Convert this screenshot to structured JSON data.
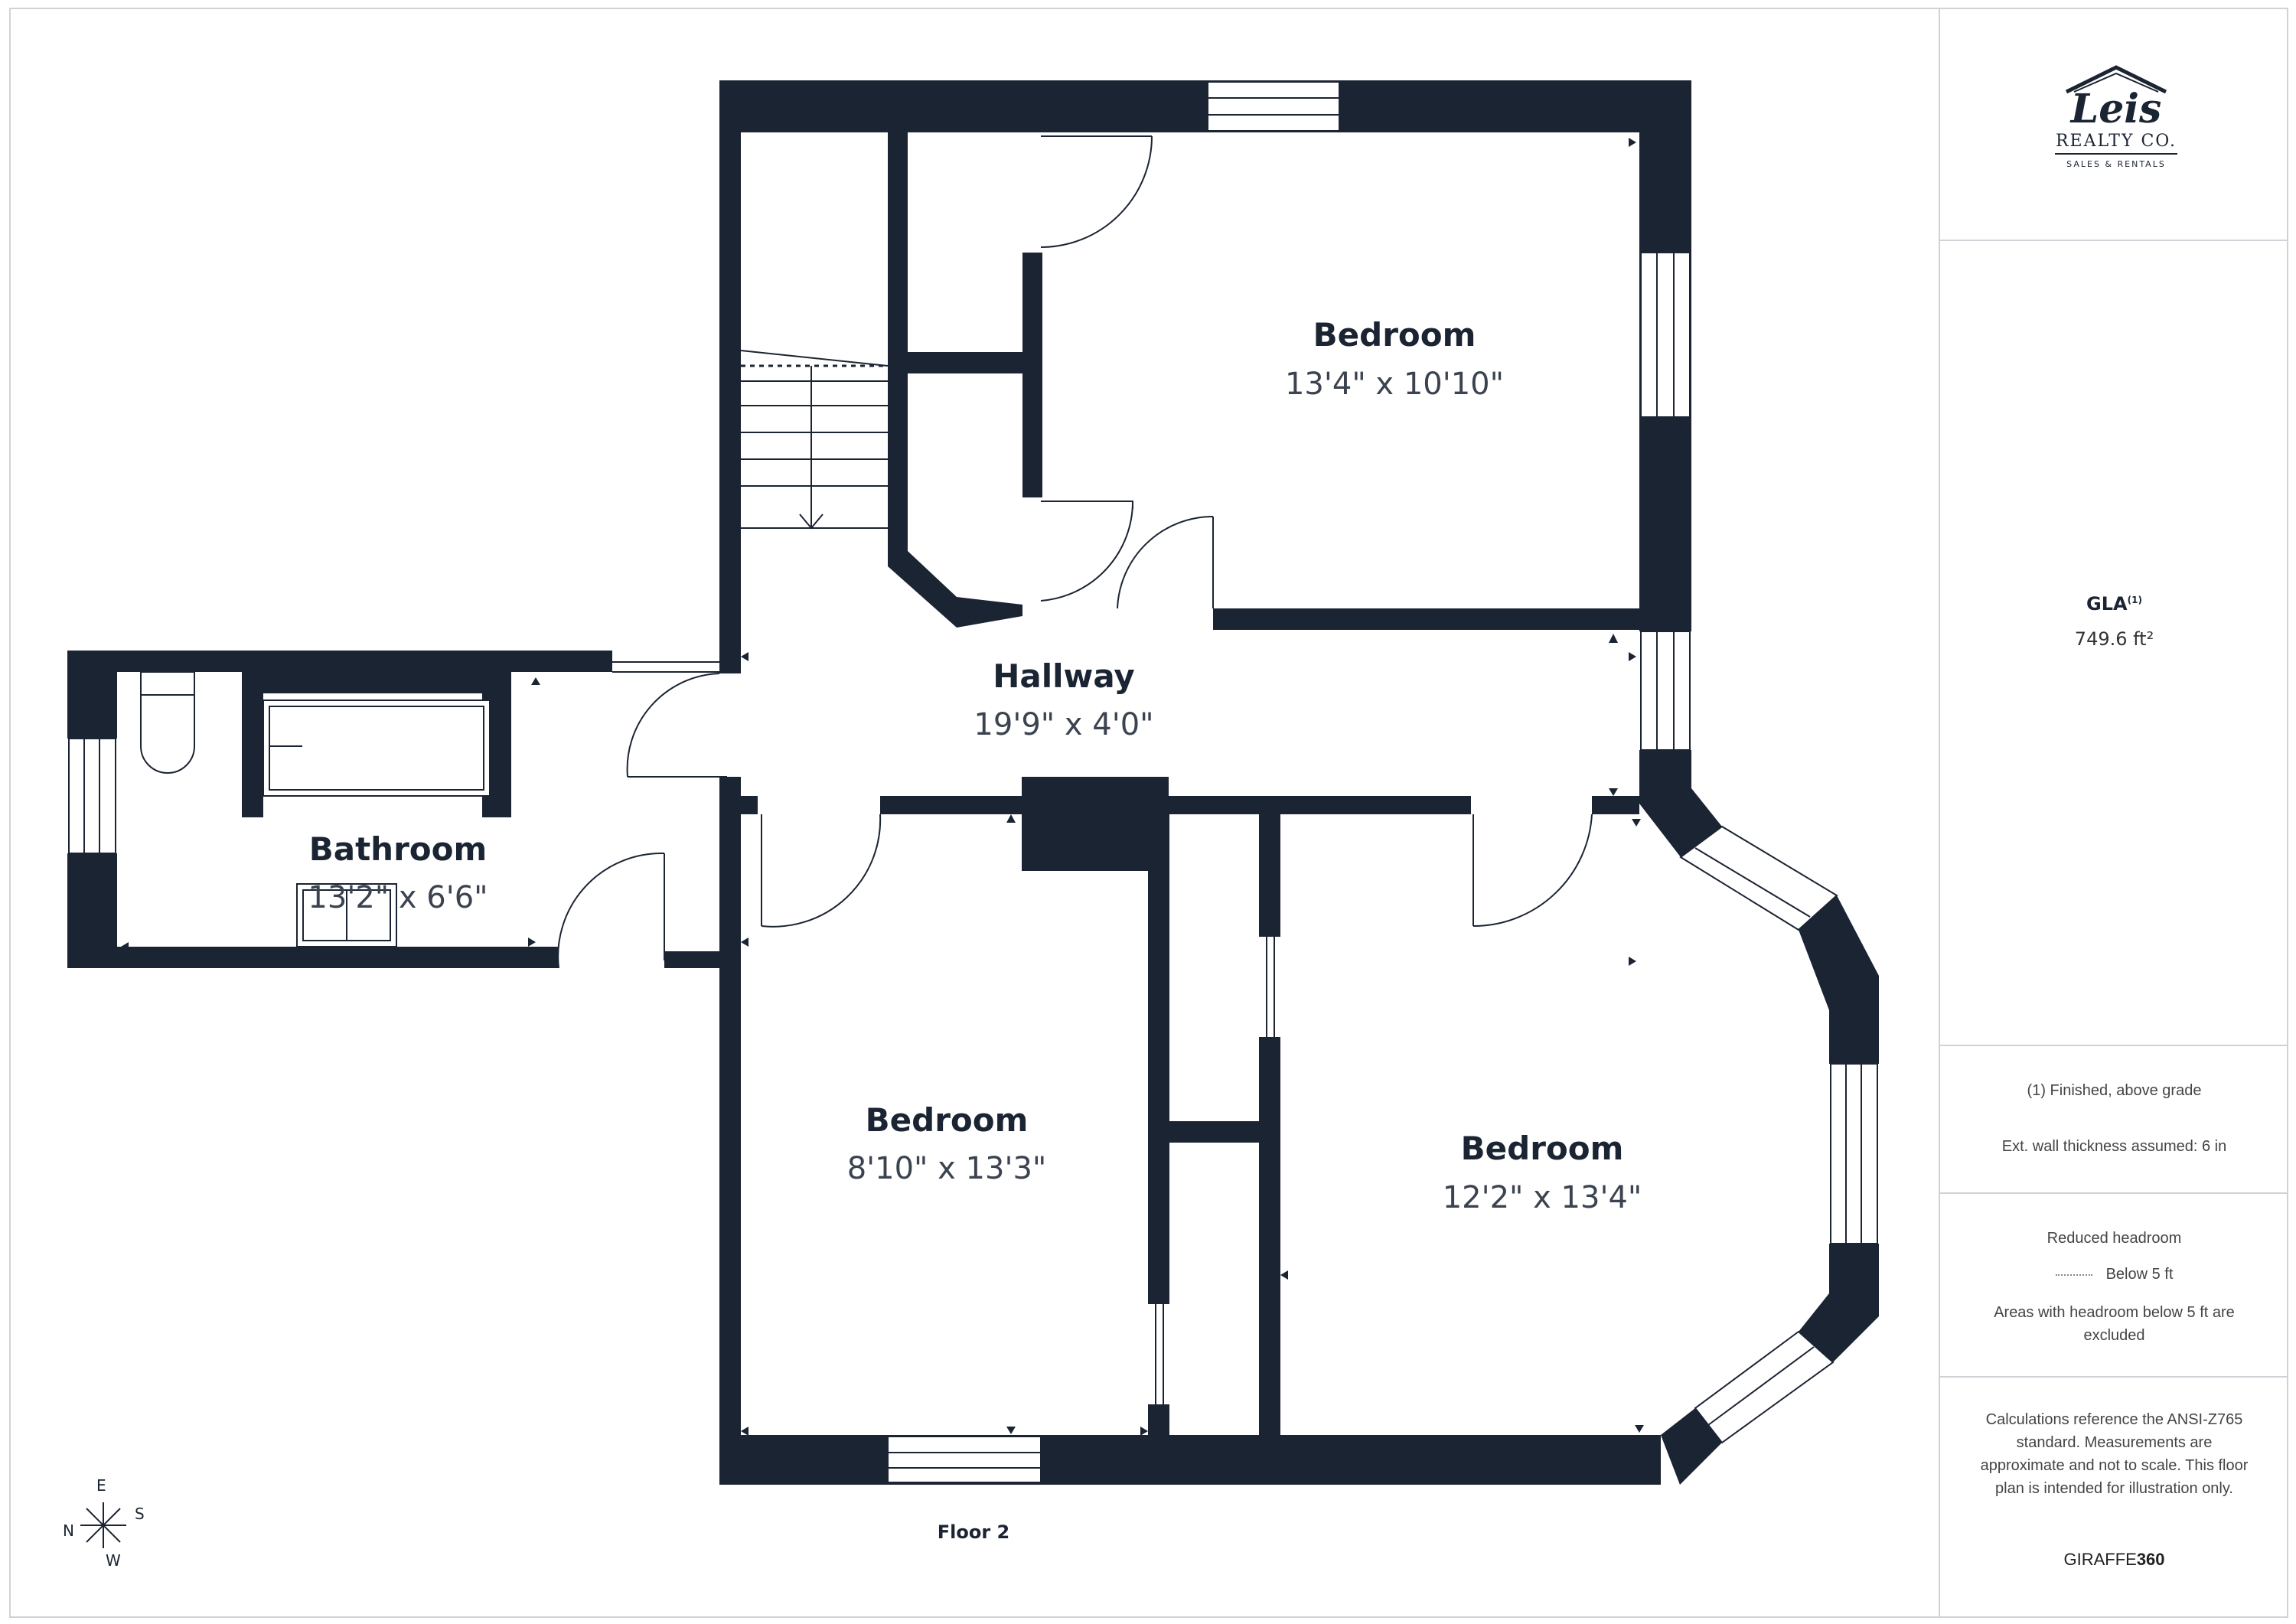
{
  "rooms": [
    {
      "name": "Bedroom",
      "dims": "13'4\" x 10'10\""
    },
    {
      "name": "Hallway",
      "dims": "19'9\" x 4'0\""
    },
    {
      "name": "Bathroom",
      "dims": "13'2\" x 6'6\""
    },
    {
      "name": "Bedroom",
      "dims": "8'10\" x 13'3\""
    },
    {
      "name": "Bedroom",
      "dims": "12'2\" x 13'4\""
    }
  ],
  "floor_label": "Floor 2",
  "compass": {
    "n": "N",
    "e": "E",
    "s": "S",
    "w": "W"
  },
  "logo": {
    "name": "Leis",
    "line1": "REALTY CO.",
    "line2": "SALES & RENTALS"
  },
  "gla": {
    "label": "GLA",
    "sup": "(1)",
    "value": "749.6 ft²"
  },
  "notes": {
    "finished": "(1) Finished, above grade",
    "wall": "Ext. wall thickness assumed: 6 in",
    "headroom_title": "Reduced headroom",
    "headroom_legend": "Below 5 ft",
    "headroom_note": "Areas with headroom below 5 ft are excluded",
    "calc": "Calculations reference the ANSI-Z765 standard. Measurements are approximate and not to scale. This floor plan is intended for illustration only."
  },
  "brand": {
    "prefix": "GIRAFFE",
    "suffix": "360"
  },
  "colors": {
    "wall": "#1b2432",
    "line": "#cfd3d8"
  }
}
